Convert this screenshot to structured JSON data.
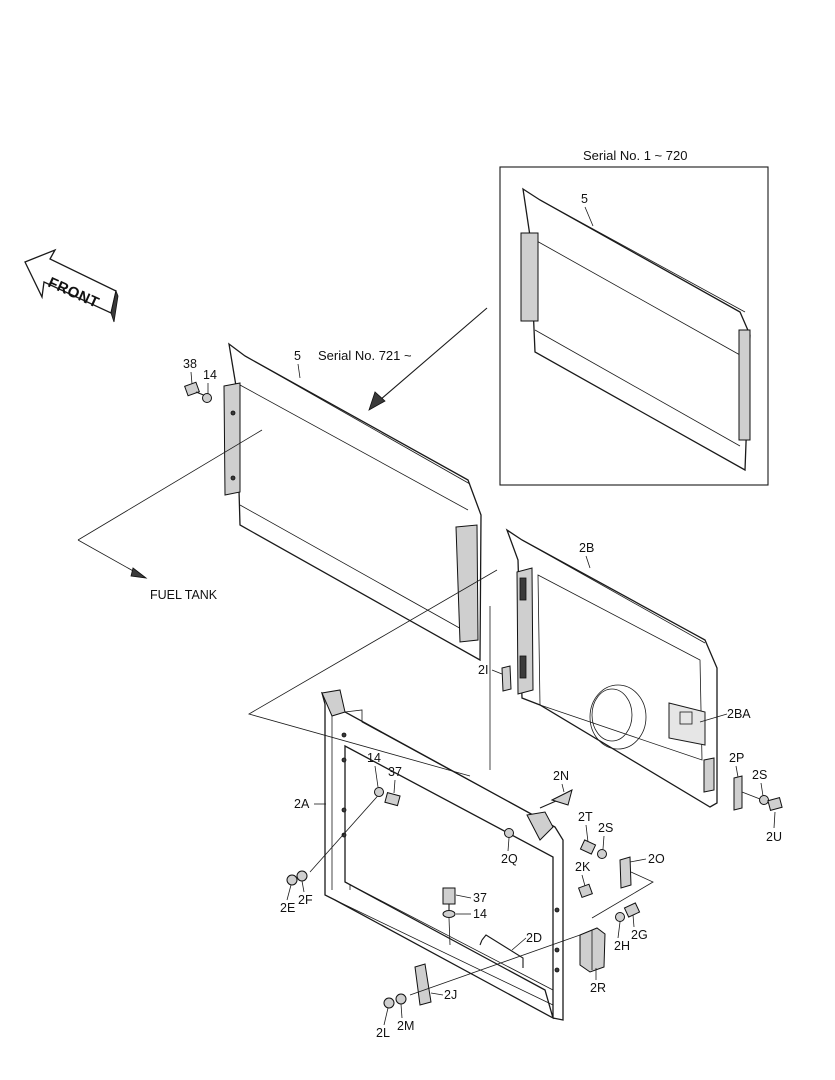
{
  "inset_box": {
    "title": "Serial No. 1 ~ 720",
    "part_label": "5"
  },
  "main_serial_label": "Serial No. 721 ~",
  "front_arrow": {
    "label": "FRONT",
    "icon": "front-arrow-icon"
  },
  "fuel_tank_label": "FUEL TANK",
  "callouts": [
    {
      "id": "5-main",
      "text": "5"
    },
    {
      "id": "38",
      "text": "38"
    },
    {
      "id": "14-top",
      "text": "14"
    },
    {
      "id": "2B",
      "text": "2B"
    },
    {
      "id": "2I",
      "text": "2I"
    },
    {
      "id": "2BA",
      "text": "2BA"
    },
    {
      "id": "2P",
      "text": "2P"
    },
    {
      "id": "2S-right",
      "text": "2S"
    },
    {
      "id": "2U",
      "text": "2U"
    },
    {
      "id": "14-mid",
      "text": "14"
    },
    {
      "id": "37-mid",
      "text": "37"
    },
    {
      "id": "2N",
      "text": "2N"
    },
    {
      "id": "2A",
      "text": "2A"
    },
    {
      "id": "2T",
      "text": "2T"
    },
    {
      "id": "2S-mid",
      "text": "2S"
    },
    {
      "id": "2Q",
      "text": "2Q"
    },
    {
      "id": "2K",
      "text": "2K"
    },
    {
      "id": "2O",
      "text": "2O"
    },
    {
      "id": "2E",
      "text": "2E"
    },
    {
      "id": "2F",
      "text": "2F"
    },
    {
      "id": "37-low",
      "text": "37"
    },
    {
      "id": "14-low",
      "text": "14"
    },
    {
      "id": "2D",
      "text": "2D"
    },
    {
      "id": "2H",
      "text": "2H"
    },
    {
      "id": "2G",
      "text": "2G"
    },
    {
      "id": "2J",
      "text": "2J"
    },
    {
      "id": "2R",
      "text": "2R"
    },
    {
      "id": "2L",
      "text": "2L"
    },
    {
      "id": "2M",
      "text": "2M"
    }
  ]
}
